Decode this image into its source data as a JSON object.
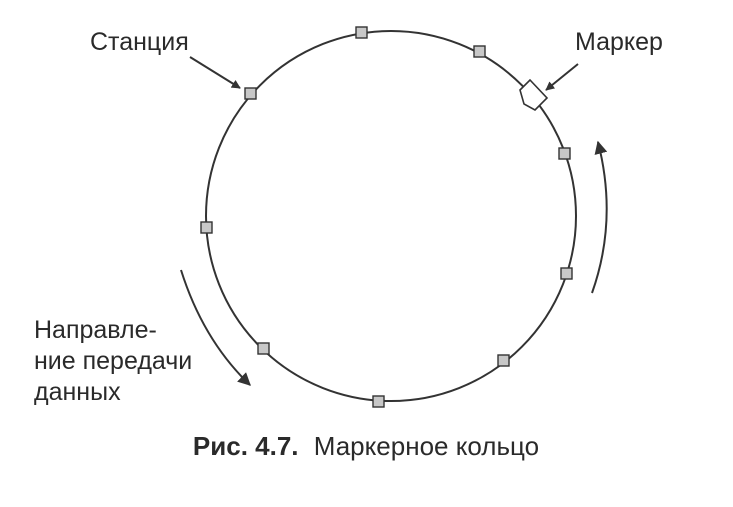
{
  "labels": {
    "station": "Станция",
    "token": "Маркер",
    "direction_line1": "Направле-",
    "direction_line2": "ние передачи",
    "direction_line3": "данных"
  },
  "caption": {
    "figure_number": "Рис. 4.7.",
    "title": "Маркерное кольцо"
  },
  "ring": {
    "station_count": 9,
    "token_count": 1
  },
  "colors": {
    "line": "#333333",
    "station_fill": "#c8c8c8",
    "text": "#2a2a2a"
  }
}
